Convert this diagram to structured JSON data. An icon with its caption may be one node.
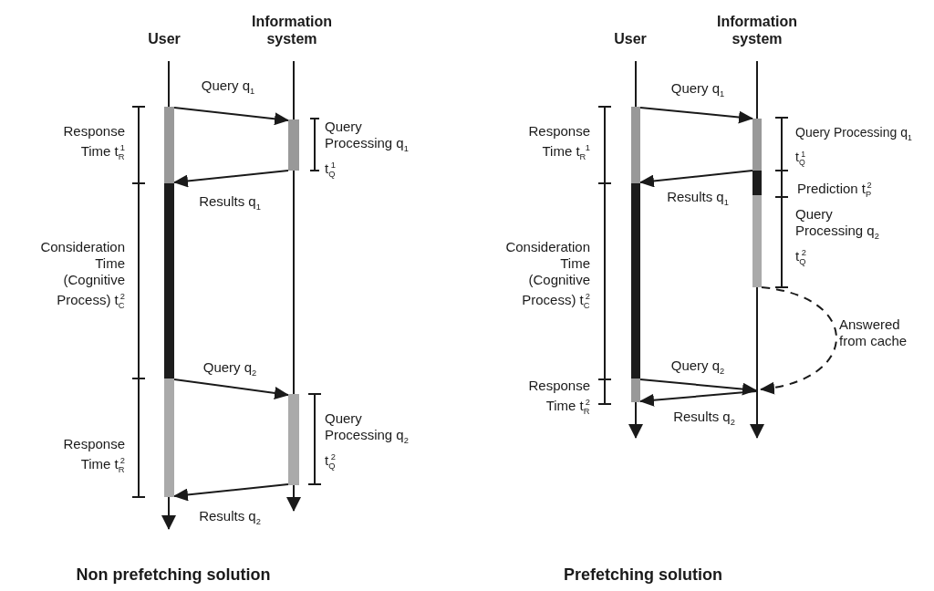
{
  "diagram": {
    "nodes": [
      {
        "text": [
          "User"
        ]
      },
      {
        "text": [
          "Information system"
        ]
      },
      {
        "text": [],
        "shape": "bar"
      },
      {
        "text": [],
        "shape": "bar"
      },
      {
        "text": [],
        "shape": "bar"
      },
      {
        "text": [],
        "shape": "bar"
      },
      {
        "text": [],
        "shape": "bar"
      },
      {
        "text": [
          "User"
        ]
      },
      {
        "text": [
          "Information system"
        ]
      },
      {
        "text": [],
        "shape": "bar"
      },
      {
        "text": [],
        "shape": "bar"
      },
      {
        "text": [],
        "shape": "bar"
      },
      {
        "text": [],
        "shape": "bar"
      },
      {
        "text": [],
        "shape": "bar"
      },
      {
        "text": [],
        "shape": "bar"
      }
    ],
    "edges": [
      {
        "from": 2,
        "to": 5,
        "arrow": "to",
        "label": "Query q$_{1}$"
      },
      {
        "from": 5,
        "to": 2,
        "arrow": "to",
        "label": "Results q$_{1}$"
      },
      {
        "from": 4,
        "to": 6,
        "arrow": "to",
        "label": "Query q$_{2}$"
      },
      {
        "from": 6,
        "to": 4,
        "arrow": "to",
        "label": "Results q$_{2}$"
      },
      {
        "from": 9,
        "to": 12,
        "arrow": "to",
        "label": "Query q$_{1}$"
      },
      {
        "from": 12,
        "to": 9,
        "arrow": "to",
        "label": "Results q$_{1}$"
      },
      {
        "from": 11,
        "to": null,
        "arrow": "to",
        "label": "Query q$_{2}$"
      },
      {
        "from": null,
        "to": 11,
        "arrow": "to",
        "label": "Results q$_{2}$"
      },
      {
        "from": 14,
        "to": null,
        "arrow": "to",
        "style": "dashed"
      }
    ],
    "labels": [
      "Response Time t$_{R}$$^{1}$",
      "Query Processing q$_{1}$ t$_{Q}$$^{1}$",
      "Consideration Time (Cognitive Process) t$_{C}$$^{2}$",
      "Response Time t$_{R}$$^{2}$",
      "Query Processing q$_{2}$ t$_{Q}$$^{2}$",
      "Response Time t$_{R}$ $^{1}$",
      "Query Processing q$_{1}$ t$_{Q}$$^{1}$",
      "Prediction t$_{P}$$^{2}$",
      "Query Processing q$_{2}$ t$_{Q}$$^{2}$",
      "Consideration Time (Cognitive Process) t$_{C}$$^{2}$",
      "Answered from cache",
      "Response Time t$_{R}$$^{2}$",
      "Non prefetching solution",
      "Prefetching solution"
    ]
  }
}
